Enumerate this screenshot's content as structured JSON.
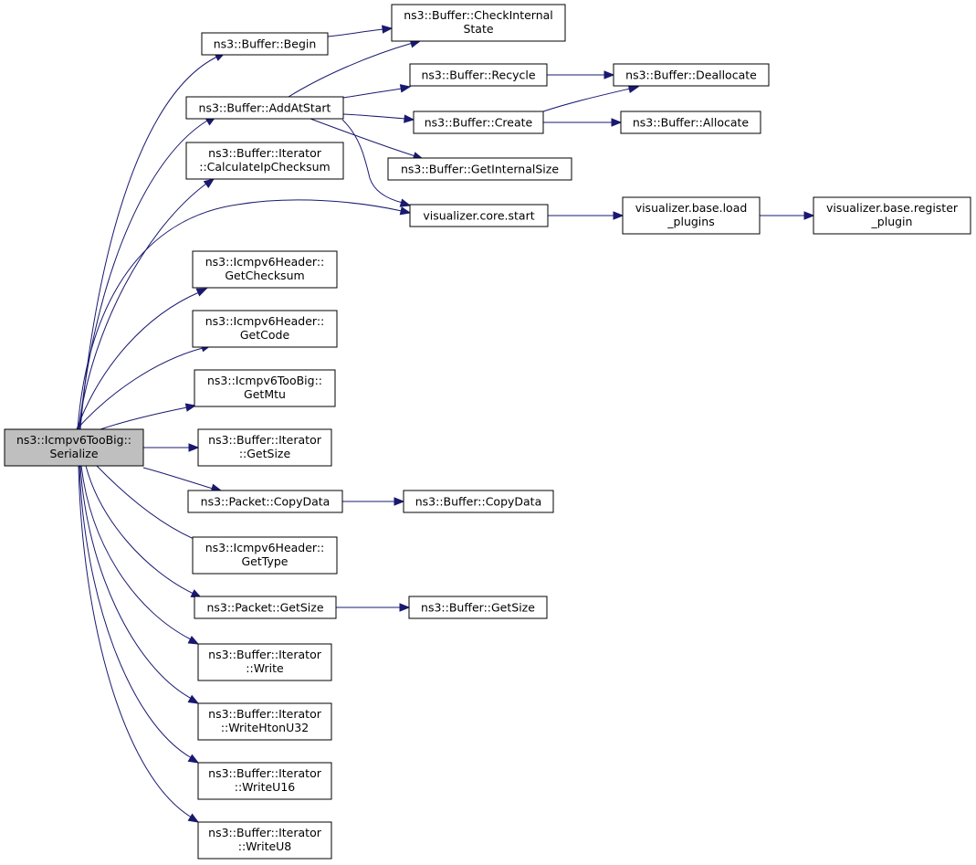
{
  "colors": {
    "edge": "#191970",
    "root_fill": "#bfbfbf",
    "node_fill": "#ffffff",
    "node_border": "#000000"
  },
  "nodes": [
    {
      "id": "root",
      "lines": [
        "ns3::Icmpv6TooBig::",
        "Serialize"
      ],
      "root": true
    },
    {
      "id": "begin",
      "lines": [
        "ns3::Buffer::Begin"
      ]
    },
    {
      "id": "checkinternal",
      "lines": [
        "ns3::Buffer::CheckInternal",
        "State"
      ]
    },
    {
      "id": "addatstart",
      "lines": [
        "ns3::Buffer::AddAtStart"
      ]
    },
    {
      "id": "recycle",
      "lines": [
        "ns3::Buffer::Recycle"
      ]
    },
    {
      "id": "deallocate",
      "lines": [
        "ns3::Buffer::Deallocate"
      ]
    },
    {
      "id": "create",
      "lines": [
        "ns3::Buffer::Create"
      ]
    },
    {
      "id": "allocate",
      "lines": [
        "ns3::Buffer::Allocate"
      ]
    },
    {
      "id": "getinternalsize",
      "lines": [
        "ns3::Buffer::GetInternalSize"
      ]
    },
    {
      "id": "calcipchecksum",
      "lines": [
        "ns3::Buffer::Iterator",
        "::CalculateIpChecksum"
      ]
    },
    {
      "id": "vizstart",
      "lines": [
        "visualizer.core.start"
      ]
    },
    {
      "id": "loadplugins",
      "lines": [
        "visualizer.base.load",
        "_plugins"
      ]
    },
    {
      "id": "registerplugin",
      "lines": [
        "visualizer.base.register",
        "_plugin"
      ]
    },
    {
      "id": "getchecksum",
      "lines": [
        "ns3::Icmpv6Header::",
        "GetChecksum"
      ]
    },
    {
      "id": "getcode",
      "lines": [
        "ns3::Icmpv6Header::",
        "GetCode"
      ]
    },
    {
      "id": "getmtu",
      "lines": [
        "ns3::Icmpv6TooBig::",
        "GetMtu"
      ]
    },
    {
      "id": "itgetsize",
      "lines": [
        "ns3::Buffer::Iterator",
        "::GetSize"
      ]
    },
    {
      "id": "pktcopydata",
      "lines": [
        "ns3::Packet::CopyData"
      ]
    },
    {
      "id": "bufcopydata",
      "lines": [
        "ns3::Buffer::CopyData"
      ]
    },
    {
      "id": "gettype",
      "lines": [
        "ns3::Icmpv6Header::",
        "GetType"
      ]
    },
    {
      "id": "pktgetsize",
      "lines": [
        "ns3::Packet::GetSize"
      ]
    },
    {
      "id": "bufgetsize",
      "lines": [
        "ns3::Buffer::GetSize"
      ]
    },
    {
      "id": "write",
      "lines": [
        "ns3::Buffer::Iterator",
        "::Write"
      ]
    },
    {
      "id": "writehtonu32",
      "lines": [
        "ns3::Buffer::Iterator",
        "::WriteHtonU32"
      ]
    },
    {
      "id": "writeu16",
      "lines": [
        "ns3::Buffer::Iterator",
        "::WriteU16"
      ]
    },
    {
      "id": "writeu8",
      "lines": [
        "ns3::Buffer::Iterator",
        "::WriteU8"
      ]
    }
  ],
  "edges": [
    [
      "root",
      "begin"
    ],
    [
      "root",
      "addatstart"
    ],
    [
      "root",
      "calcipchecksum"
    ],
    [
      "root",
      "vizstart"
    ],
    [
      "root",
      "getchecksum"
    ],
    [
      "root",
      "getcode"
    ],
    [
      "root",
      "getmtu"
    ],
    [
      "root",
      "itgetsize"
    ],
    [
      "root",
      "pktcopydata"
    ],
    [
      "root",
      "gettype"
    ],
    [
      "root",
      "pktgetsize"
    ],
    [
      "root",
      "write"
    ],
    [
      "root",
      "writehtonu32"
    ],
    [
      "root",
      "writeu16"
    ],
    [
      "root",
      "writeu8"
    ],
    [
      "begin",
      "checkinternal"
    ],
    [
      "addatstart",
      "checkinternal"
    ],
    [
      "addatstart",
      "recycle"
    ],
    [
      "addatstart",
      "create"
    ],
    [
      "addatstart",
      "getinternalsize"
    ],
    [
      "addatstart",
      "vizstart"
    ],
    [
      "recycle",
      "deallocate"
    ],
    [
      "create",
      "deallocate"
    ],
    [
      "create",
      "allocate"
    ],
    [
      "vizstart",
      "loadplugins"
    ],
    [
      "loadplugins",
      "registerplugin"
    ],
    [
      "pktcopydata",
      "bufcopydata"
    ],
    [
      "pktgetsize",
      "bufgetsize"
    ]
  ]
}
